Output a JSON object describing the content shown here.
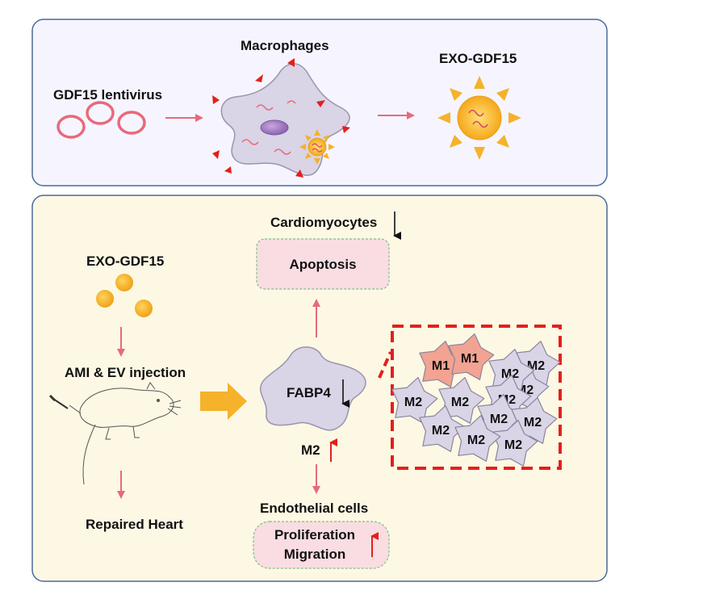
{
  "top_panel": {
    "gdf15_lentivirus": "GDF15 lentivirus",
    "macrophages": "Macrophages",
    "exo_gdf15": "EXO-GDF15"
  },
  "bottom_panel": {
    "exo_gdf15": "EXO-GDF15",
    "ami_ev_injection": "AMI & EV injection",
    "repaired_heart": "Repaired Heart",
    "cardiomyocytes": "Cardiomyocytes",
    "apoptosis": "Apoptosis",
    "fabp4": "FABP4",
    "m2": "M2",
    "endothelial_cells": "Endothelial cells",
    "proliferation": "Proliferation",
    "migration": "Migration"
  },
  "macrophage_cluster": {
    "m1_label": "M1",
    "m2_label": "M2",
    "m1_count": 2,
    "m2_count": 11
  },
  "colors": {
    "top_panel_bg": "#f6f5ff",
    "bottom_panel_bg": "#fdf8e4",
    "panel_border": "#4a6a9a",
    "arrow_pink": "#e8697a",
    "cell_lilac": "#d9d4e6",
    "m1_salmon": "#f2a391",
    "dashed_red": "#e3201b",
    "exo_orange": "#f5b22a",
    "box_pink": "#f9dde2",
    "box_border_green": "#7fc08a"
  }
}
